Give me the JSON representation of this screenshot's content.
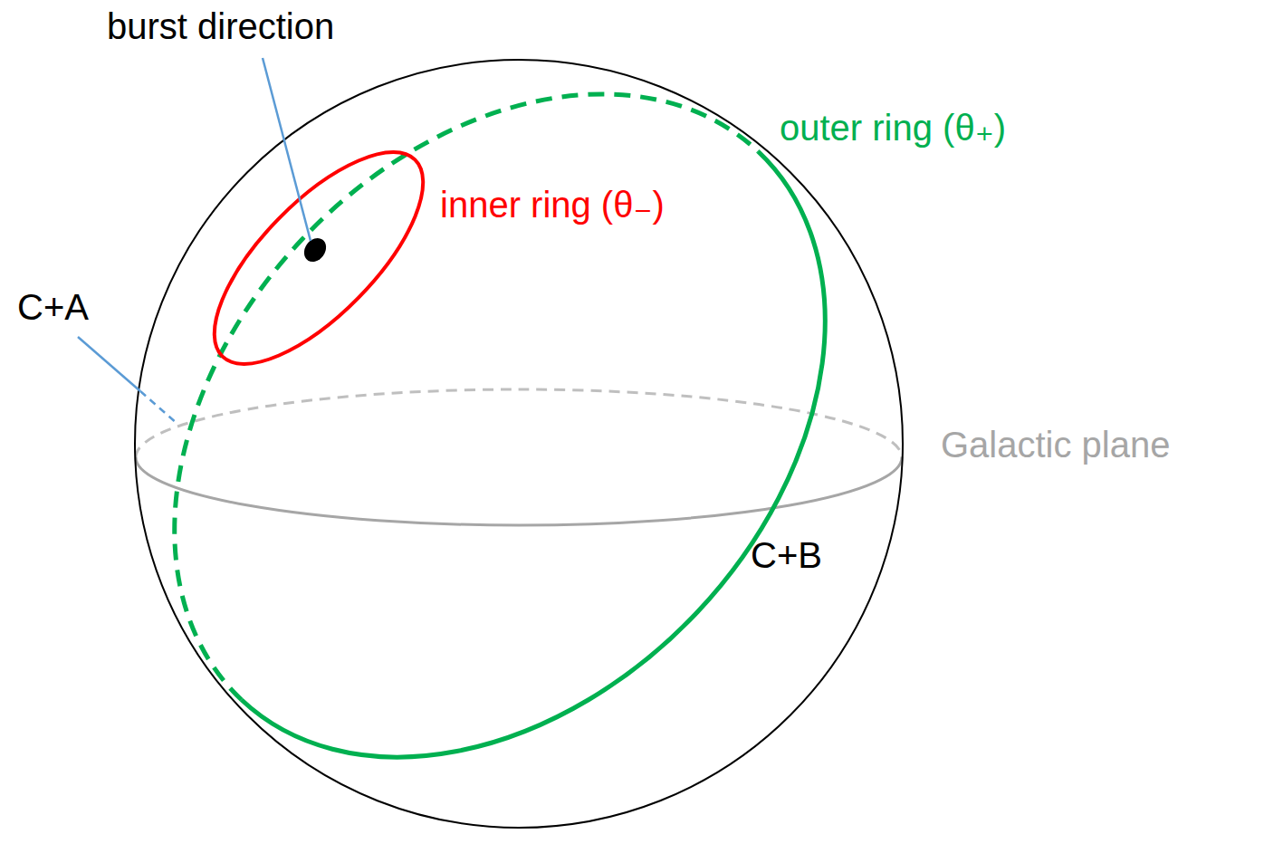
{
  "diagram": {
    "labels": [
      "burst direction",
      "outer ring (θ₊)",
      "inner ring (θ₋)",
      "C+A",
      "Galactic plane",
      "C+B"
    ]
  }
}
